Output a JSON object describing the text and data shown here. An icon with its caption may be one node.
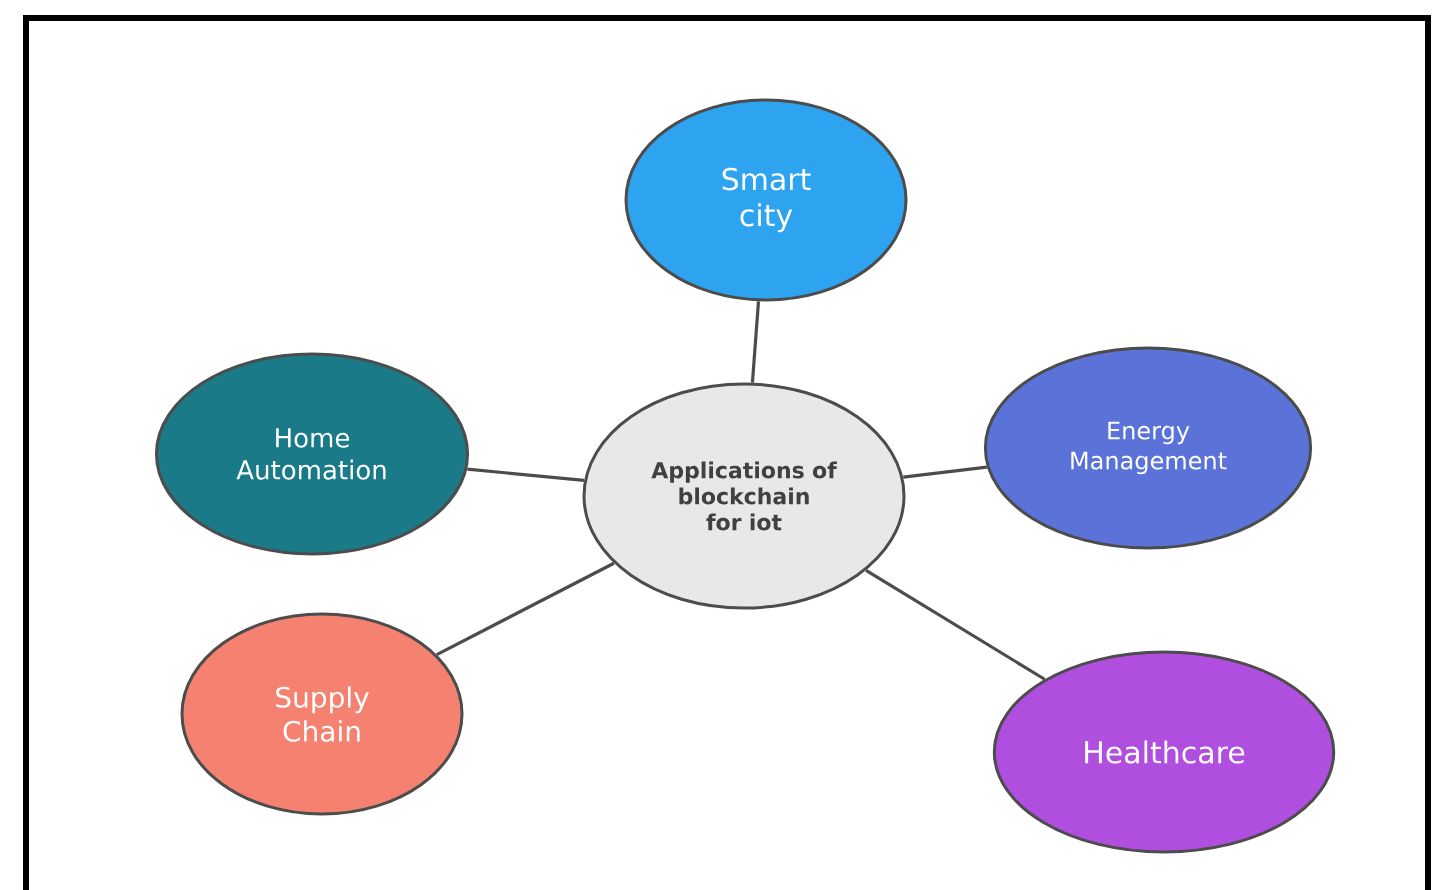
{
  "diagram": {
    "nodes": [
      {
        "text": [
          "Smart city"
        ]
      },
      {
        "text": [
          "Home Automation"
        ]
      },
      {
        "text": [
          "Applications of blockchain for iot"
        ]
      },
      {
        "text": [
          "Energy Management"
        ]
      },
      {
        "text": [
          "Supply Chain"
        ]
      },
      {
        "text": [
          "Healthcare"
        ]
      }
    ],
    "edges": [
      {
        "from": 2,
        "to": 0,
        "arrow": "none"
      },
      {
        "from": 2,
        "to": 1,
        "arrow": "none"
      },
      {
        "from": 2,
        "to": 3,
        "arrow": "none"
      },
      {
        "from": 2,
        "to": 4,
        "arrow": "none"
      },
      {
        "from": 2,
        "to": 5,
        "arrow": "none"
      }
    ]
  }
}
